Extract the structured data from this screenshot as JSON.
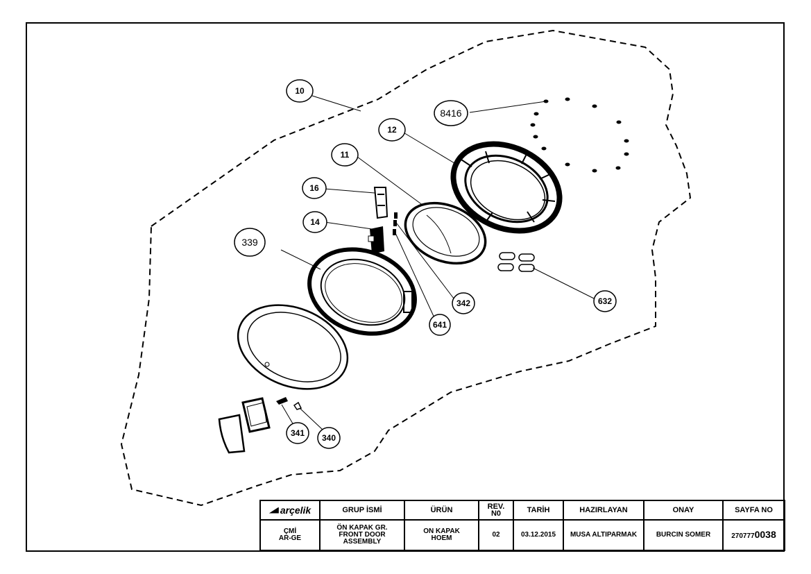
{
  "callouts": {
    "c10": "10",
    "c8416": "8416",
    "c12": "12",
    "c11": "11",
    "c16": "16",
    "c14": "14",
    "c339": "339",
    "c342": "342",
    "c641": "641",
    "c632": "632",
    "c341": "341",
    "c340": "340"
  },
  "titleblock": {
    "logo_text": "arçelik",
    "headers": {
      "group_name": "GRUP İSMİ",
      "product": "ÜRÜN",
      "rev_no": "REV.\nN0",
      "date": "TARİH",
      "prepared_by": "HAZIRLAYAN",
      "approval": "ONAY",
      "sheet_no": "SAYFA NO"
    },
    "values": {
      "department": "ÇMİ\nAR-GE",
      "group_name": "ÖN KAPAK GR.\nFRONT DOOR\nASSEMBLY",
      "product": "ON KAPAK\nHOEM",
      "rev_no": "02",
      "date": "03.12.2015",
      "prepared_by": "MUSA ALTIPARMAK",
      "approval": "BURCIN SOMER",
      "sheet_no_prefix": "270777",
      "sheet_no_suffix": "0038"
    }
  }
}
